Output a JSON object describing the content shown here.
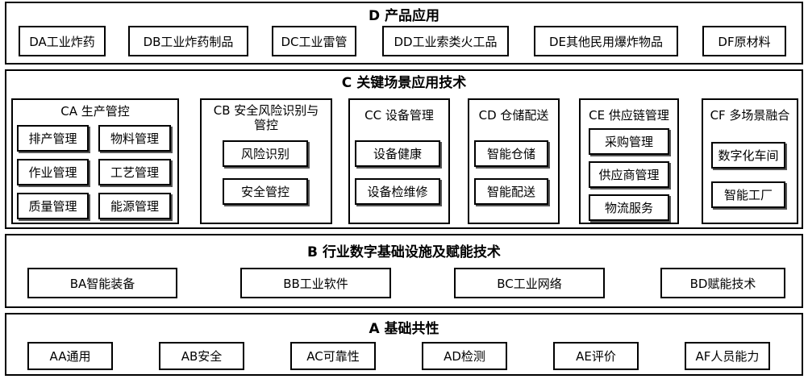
{
  "layers": {
    "D": {
      "letter": "D",
      "title": "产品应用",
      "items": [
        "DA工业炸药",
        "DB工业炸药制品",
        "DC工业雷管",
        "DD工业索类火工品",
        "DE其他民用爆炸物品",
        "DF原材料"
      ]
    },
    "C": {
      "letter": "C",
      "title": "关键场景应用技术",
      "groups": [
        {
          "title": "CA 生产管控",
          "items": [
            "排产管理",
            "物料管理",
            "作业管理",
            "工艺管理",
            "质量管理",
            "能源管理"
          ]
        },
        {
          "title_line1": "CB 安全风险识别与",
          "title_line2": "管控",
          "items": [
            "风险识别",
            "安全管控"
          ]
        },
        {
          "title": "CC 设备管理",
          "items": [
            "设备健康",
            "设备检维修"
          ]
        },
        {
          "title": "CD 仓储配送",
          "items": [
            "智能仓储",
            "智能配送"
          ]
        },
        {
          "title": "CE 供应链管理",
          "items": [
            "采购管理",
            "供应商管理",
            "物流服务"
          ]
        },
        {
          "title": "CF 多场景融合",
          "items": [
            "数字化车间",
            "智能工厂"
          ]
        }
      ]
    },
    "B": {
      "letter": "B",
      "title": "行业数字基础设施及赋能技术",
      "items": [
        "BA智能装备",
        "BB工业软件",
        "BC工业网络",
        "BD赋能技术"
      ]
    },
    "A": {
      "letter": "A",
      "title": "基础共性",
      "items": [
        "AA通用",
        "AB安全",
        "AC可靠性",
        "AD检测",
        "AE评价",
        "AF人员能力"
      ]
    }
  }
}
